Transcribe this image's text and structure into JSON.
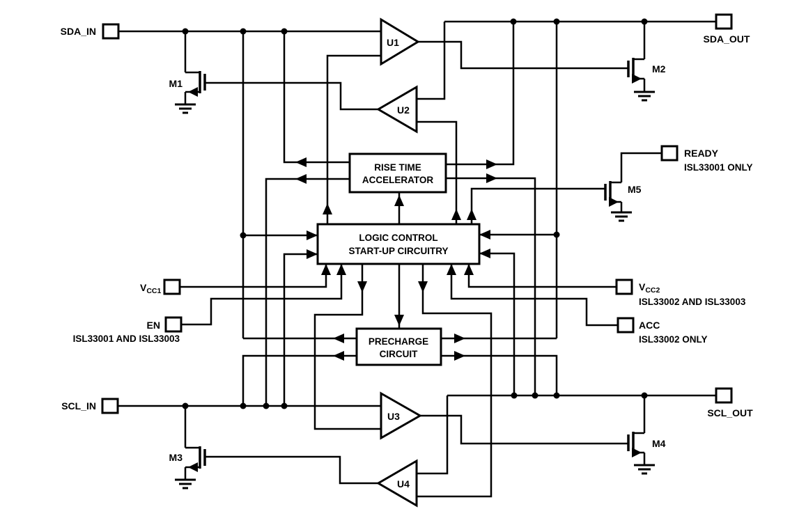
{
  "diagram": {
    "pins": {
      "sda_in": {
        "label": "SDA_IN"
      },
      "sda_out": {
        "label": "SDA_OUT"
      },
      "ready": {
        "label": "READY",
        "note": "ISL33001 ONLY"
      },
      "vcc1": {
        "label": "V",
        "sub": "CC1"
      },
      "vcc2": {
        "label": "V",
        "sub": "CC2",
        "note": "ISL33002 AND ISL33003"
      },
      "en": {
        "label": "EN",
        "note": "ISL33001 AND ISL33003"
      },
      "acc": {
        "label": "ACC",
        "note": "ISL33002 ONLY"
      },
      "scl_in": {
        "label": "SCL_IN"
      },
      "scl_out": {
        "label": "SCL_OUT"
      }
    },
    "blocks": {
      "rise_time": {
        "line1": "RISE TIME",
        "line2": "ACCELERATOR"
      },
      "logic": {
        "line1": "LOGIC CONTROL",
        "line2": "START-UP CIRCUITRY"
      },
      "precharge": {
        "line1": "PRECHARGE",
        "line2": "CIRCUIT"
      }
    },
    "buffers": {
      "u1": "U1",
      "u2": "U2",
      "u3": "U3",
      "u4": "U4"
    },
    "mosfets": {
      "m1": "M1",
      "m2": "M2",
      "m3": "M3",
      "m4": "M4",
      "m5": "M5"
    },
    "colors": {
      "line": "#000000",
      "background": "#ffffff"
    }
  }
}
